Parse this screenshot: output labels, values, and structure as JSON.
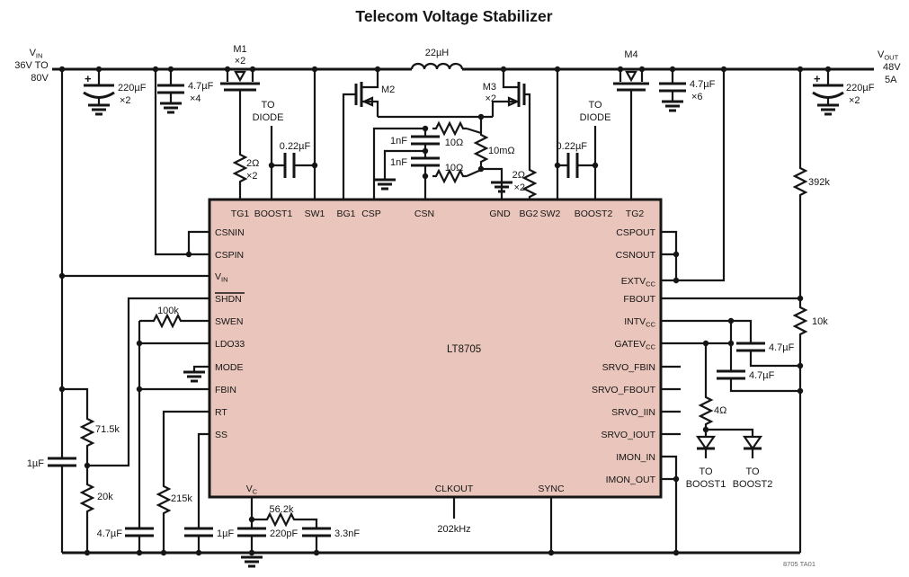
{
  "title": "Telecom Voltage Stabilizer",
  "note": "8705 TA01",
  "colors": {
    "ic_fill": "#e9c5bb",
    "wire": "#151515",
    "background": "#ffffff"
  },
  "input": {
    "v": "V",
    "v_sub": "IN",
    "range1": "36V TO",
    "range2": "80V"
  },
  "output": {
    "v": "V",
    "v_sub": "OUT",
    "volts": "48V",
    "amps": "5A"
  },
  "ic": {
    "name": "LT8705",
    "pins_top": [
      "TG1",
      "BOOST1",
      "SW1",
      "BG1",
      "CSP",
      "CSN",
      "GND",
      "BG2",
      "SW2",
      "BOOST2",
      "TG2"
    ],
    "pins_left": [
      "CSNIN",
      "CSPIN",
      {
        "main": "V",
        "sub": "IN"
      },
      "SHDN",
      "SWEN",
      "LDO33",
      "MODE",
      "FBIN",
      "RT",
      "SS"
    ],
    "pins_right": [
      "CSPOUT",
      "CSNOUT",
      {
        "main": "EXTV",
        "sub": "CC"
      },
      "FBOUT",
      {
        "main": "INTV",
        "sub": "CC"
      },
      {
        "main": "GATEV",
        "sub": "CC"
      },
      "SRVO_FBIN",
      "SRVO_FBOUT",
      "SRVO_IIN",
      "SRVO_IOUT",
      "IMON_IN",
      "IMON_OUT"
    ],
    "pins_bottom": [
      {
        "main": "V",
        "sub": "C"
      },
      "CLKOUT",
      "SYNC"
    ]
  },
  "components": {
    "cin_bulk": {
      "plus": "+",
      "value": "220µF",
      "mult": "×2"
    },
    "cin_cer": {
      "value": "4.7µF",
      "mult": "×4"
    },
    "m1": {
      "name": "M1",
      "mult": "×2"
    },
    "rg_tg1": {
      "value": "2Ω",
      "mult": "×2"
    },
    "to_diode_left": {
      "line1": "TO",
      "line2": "DIODE"
    },
    "cboost1": {
      "value": "0.22µF"
    },
    "inductor": {
      "value": "22µH"
    },
    "m2": {
      "name": "M2"
    },
    "m3": {
      "name": "M3",
      "mult": "×2"
    },
    "c_csp": {
      "value": "1nF"
    },
    "c_csn": {
      "value": "1nF"
    },
    "r_csp": {
      "value": "10Ω"
    },
    "r_csn": {
      "value": "10Ω"
    },
    "r_sense": {
      "value": "10mΩ"
    },
    "rg_bg2": {
      "value": "2Ω",
      "mult": "×2"
    },
    "to_diode_right": {
      "line1": "TO",
      "line2": "DIODE"
    },
    "cboost2": {
      "value": "0.22µF"
    },
    "m4": {
      "name": "M4"
    },
    "cout_cer": {
      "value": "4.7µF",
      "mult": "×6"
    },
    "cout_bulk": {
      "plus": "+",
      "value": "220µF",
      "mult": "×2"
    },
    "r_fb_top": {
      "value": "392k"
    },
    "r_fb_bot": {
      "value": "10k"
    },
    "c_intvcc": {
      "value": "4.7µF"
    },
    "c_gatevcc": {
      "value": "4.7µF"
    },
    "r_gatevcc": {
      "value": "4Ω"
    },
    "d_boost1": {
      "line1": "TO",
      "line2": "BOOST1"
    },
    "d_boost2": {
      "line1": "TO",
      "line2": "BOOST2"
    },
    "r_swen": {
      "value": "100k"
    },
    "r_shdn_top": {
      "value": "71.5k"
    },
    "r_shdn_bot": {
      "value": "20k"
    },
    "c_in_filter": {
      "value": "1µF"
    },
    "c_ldo33": {
      "value": "4.7µF"
    },
    "r_rt": {
      "value": "215k"
    },
    "c_ss": {
      "value": "1µF"
    },
    "r_vc": {
      "value": "56.2k"
    },
    "c_vc1": {
      "value": "220pF"
    },
    "c_vc2": {
      "value": "3.3nF"
    },
    "clkout_freq": {
      "value": "202kHz"
    }
  }
}
